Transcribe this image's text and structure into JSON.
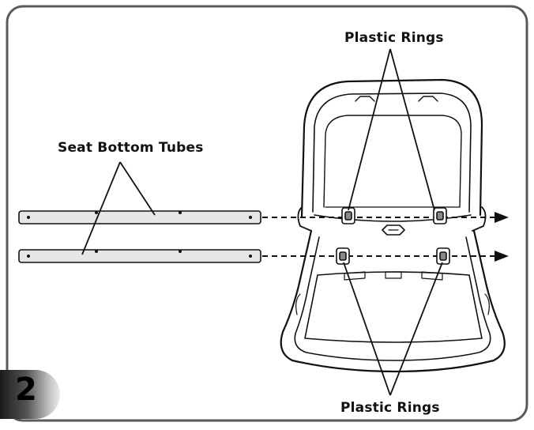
{
  "labels": {
    "seat_bottom_tubes": "Seat Bottom Tubes",
    "plastic_rings_top": "Plastic Rings",
    "plastic_rings_bottom": "Plastic Rings"
  },
  "step": {
    "number": "2"
  },
  "colors": {
    "frame_border": "#555555",
    "tube_fill": "#e6e6e6",
    "line": "#111111"
  }
}
